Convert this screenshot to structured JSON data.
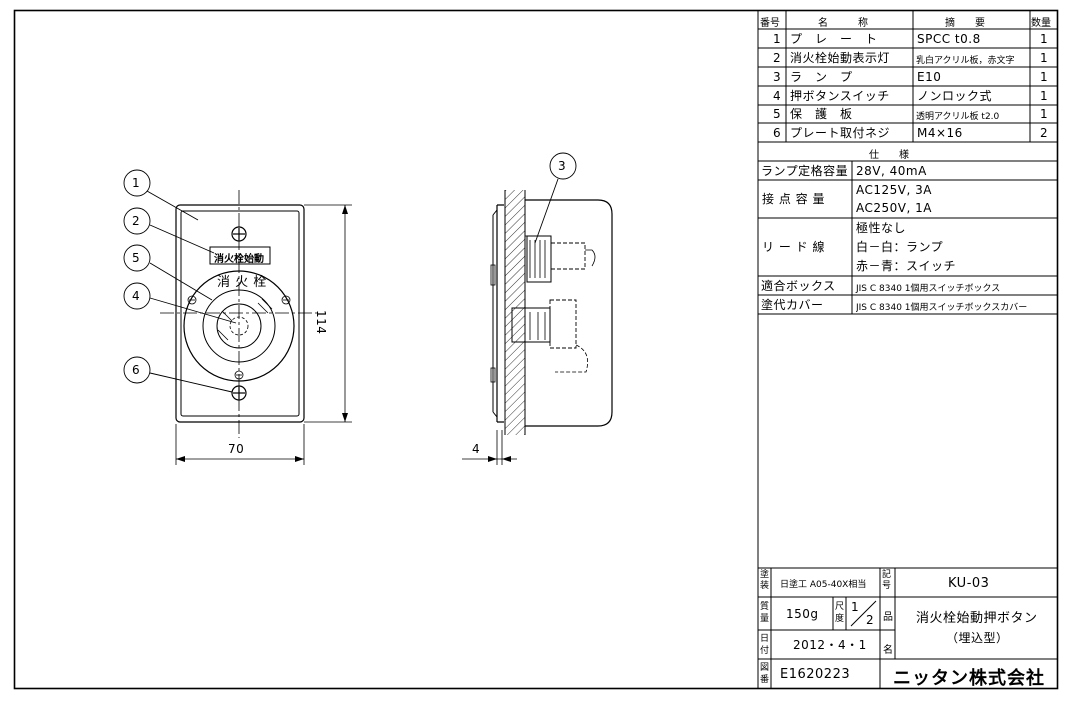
{
  "parts_table": {
    "headers": {
      "no": "番号",
      "name": "名　　　称",
      "summary": "摘　　要",
      "qty": "数量"
    },
    "rows": [
      {
        "no": "1",
        "name": "プ　レ　ー　ト",
        "summary": "SPCC t0.8",
        "qty": "1"
      },
      {
        "no": "2",
        "name": "消火栓始動表示灯",
        "summary": "乳白アクリル板，赤文字",
        "qty": "1"
      },
      {
        "no": "3",
        "name": "ラ　ン　プ",
        "summary": "E10",
        "qty": "1"
      },
      {
        "no": "4",
        "name": "押ボタンスイッチ",
        "summary": "ノンロック式",
        "qty": "1"
      },
      {
        "no": "5",
        "name": "保　護　板",
        "summary": "透明アクリル板 t2.0",
        "qty": "1"
      },
      {
        "no": "6",
        "name": "プレート取付ネジ",
        "summary": "M4×16",
        "qty": "2"
      }
    ]
  },
  "spec": {
    "title": "仕　　様",
    "lamp_rating_label": "ランプ定格容量",
    "lamp_rating_value": "28V, 40mA",
    "contact_label": "接 点 容 量",
    "contact_values": [
      "AC125V, 3A",
      "AC250V, 1A"
    ],
    "lead_label": "リ ー ド 線",
    "lead_values": [
      "極性なし",
      "白－白：ランプ",
      "赤－青：スイッチ"
    ],
    "box_label": "適合ボックス",
    "box_value": "JIS C 8340 1個用スイッチボックス",
    "cover_label": "塗代カバー",
    "cover_value": "JIS C 8340 1個用スイッチボックスカバー"
  },
  "title_block": {
    "paint_label": "塗装",
    "paint_value": "日塗工 A05-40X相当",
    "mark_label": "記号",
    "model": "KU-03",
    "mass_label": "質量",
    "mass_value": "150g",
    "scale_label": "尺度",
    "scale_num": "1",
    "scale_den": "2",
    "product_label": "品",
    "name_label": "名",
    "product_name_1": "消火栓始動押ボタン",
    "product_name_2": "（埋込型）",
    "date_label": "日付",
    "date_value": "2012・4・1",
    "drawing_label": "図番",
    "drawing_no": "E1620223",
    "company": "ニッタン株式会社"
  },
  "drawing": {
    "callouts": [
      "1",
      "2",
      "3",
      "4",
      "5",
      "6"
    ],
    "plate_label": "消火栓始動",
    "ring_label": "消 火 栓",
    "dim_width": "70",
    "dim_height": "114",
    "dim_depth": "4"
  }
}
